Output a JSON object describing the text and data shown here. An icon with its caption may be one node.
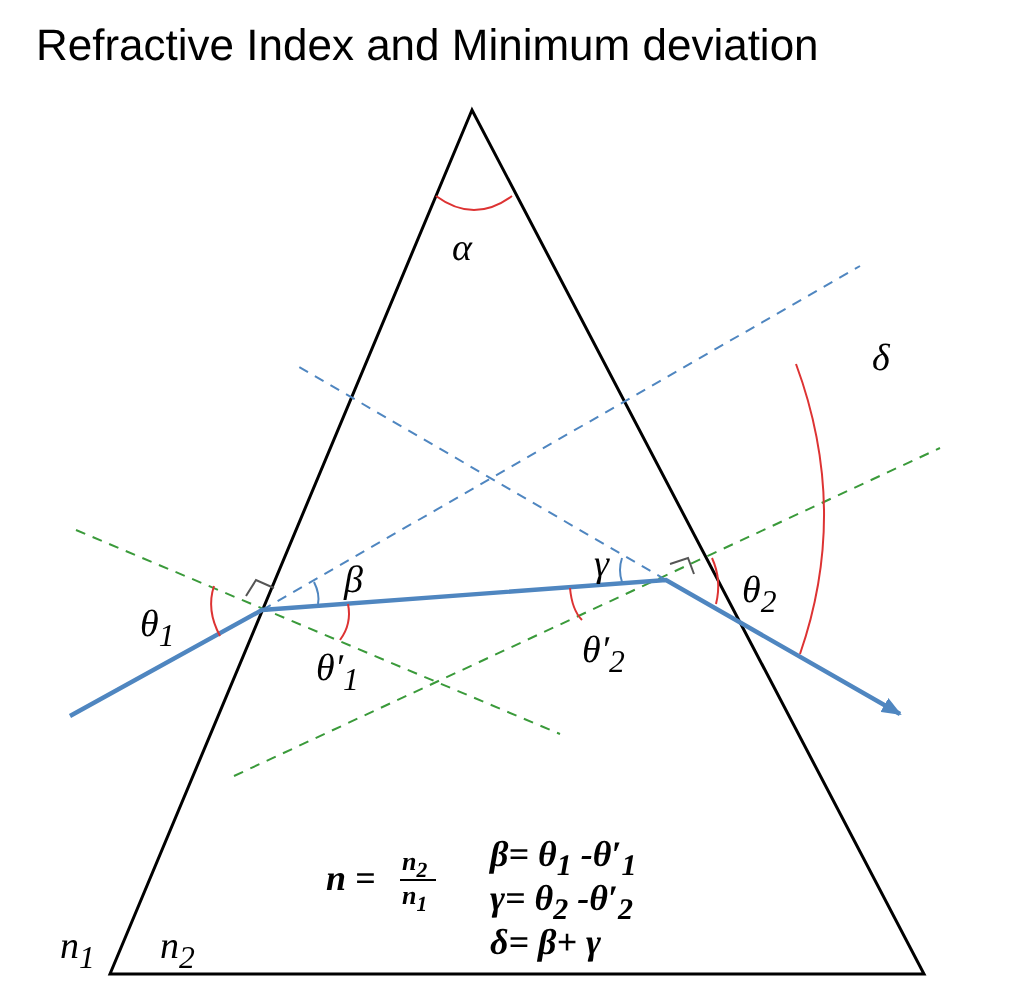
{
  "diagram": {
    "title": "Refractive Index and Minimum deviation",
    "labels": [
      "α",
      "δ",
      "β",
      "γ",
      "θ$_{1}$",
      "θ′$_{1}$",
      "θ′$_{2}$",
      "θ$_{2}$",
      "n =",
      "n$_{2}$",
      "n$_{1}$",
      "β= θ$_{1}$ -θ′$_{1}$",
      "γ= θ$_{2}$ -θ′$_{2}$",
      "δ= β+ γ",
      "n$_{1}$",
      "n$_{2}$"
    ]
  }
}
